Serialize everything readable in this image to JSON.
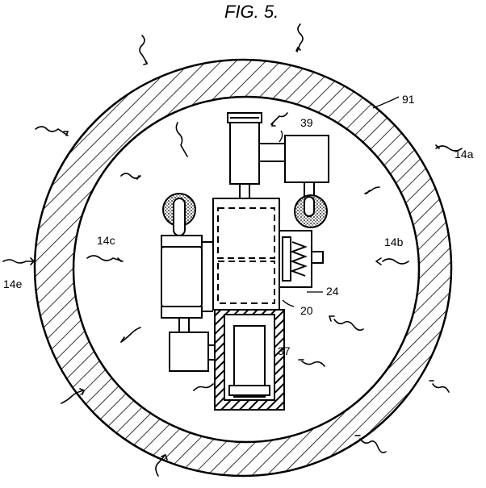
{
  "figure": {
    "title": "FIG. 5.",
    "labels": {
      "ref_91": "91",
      "ref_39": "39",
      "ref_14a": "14a",
      "ref_14b": "14b",
      "ref_14c": "14c",
      "ref_14e": "14e",
      "ref_24": "24",
      "ref_20": "20",
      "ref_37": "37"
    }
  },
  "colors": {
    "ink": "#000000",
    "paper": "#ffffff"
  }
}
